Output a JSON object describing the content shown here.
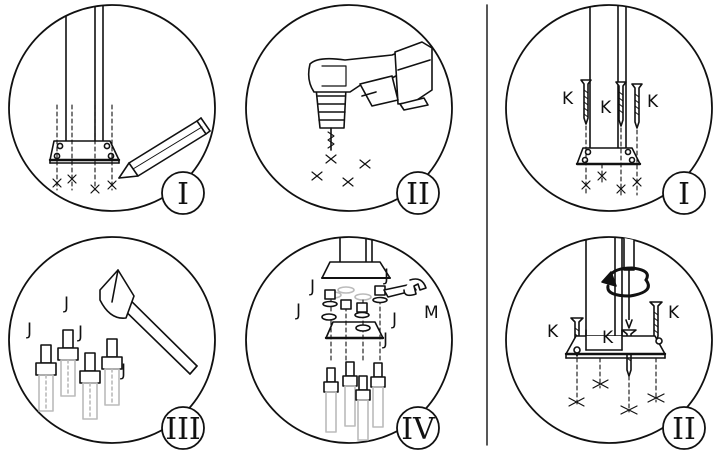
{
  "steps_left": [
    {
      "numeral": "I"
    },
    {
      "numeral": "II"
    },
    {
      "numeral": "III",
      "labels": [
        "J",
        "J",
        "J",
        "J"
      ]
    },
    {
      "numeral": "IV",
      "labels": [
        "J",
        "J",
        "J",
        "J",
        "J",
        "M"
      ]
    }
  ],
  "steps_right": [
    {
      "numeral": "I",
      "labels": [
        "K",
        "K",
        "K"
      ]
    },
    {
      "numeral": "II",
      "labels": [
        "K",
        "K",
        "K"
      ]
    }
  ],
  "colors": {
    "line": "#111111",
    "background": "#ffffff",
    "grey": "#bbbbbb"
  },
  "icons": [
    "pencil-icon",
    "cordless-drill-icon",
    "hammer-icon",
    "anchor-bolt-icon",
    "wrench-icon",
    "screw-icon",
    "screwdriver-icon",
    "rotation-arrow-icon"
  ]
}
